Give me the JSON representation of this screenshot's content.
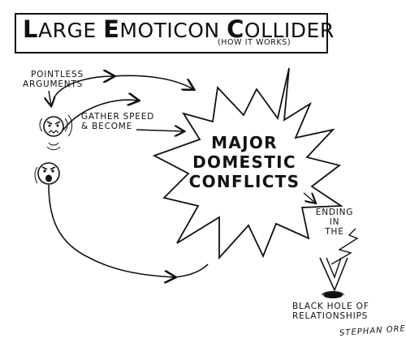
{
  "title": {
    "l_cap": "L",
    "l_rest": "ARGE",
    "e_cap": "E",
    "e_rest": "MOTICON",
    "c_cap": "C",
    "c_rest": "OLLIDER",
    "subtitle": "(HOW IT WORKS)"
  },
  "labels": {
    "pointless_1": "POINTLESS",
    "pointless_2": "ARGUMENTS",
    "gather_1": "GATHER SPEED",
    "gather_2": "& BECOME",
    "core_1": "MAJOR",
    "core_2": "DOMESTIC",
    "core_3": "CONFLICTS",
    "ending_1": "ENDING",
    "ending_2": "IN",
    "ending_3": "THE",
    "blackhole_1": "BLACK HOLE OF",
    "blackhole_2": "RELATIONSHIPS"
  },
  "signature": "STEPHAN ORE",
  "icons": [
    "angry-face-icon",
    "shouting-face-icon",
    "explosion-burst-icon",
    "black-hole-icon"
  ]
}
